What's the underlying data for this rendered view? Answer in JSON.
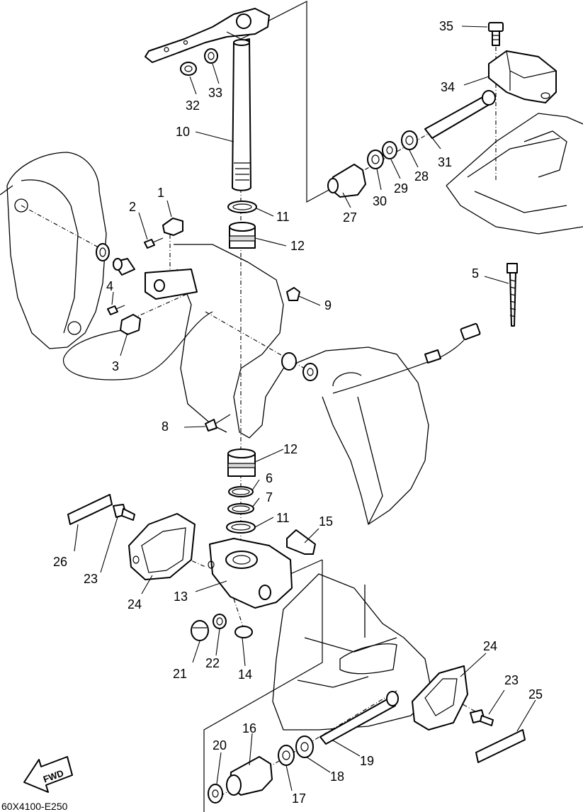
{
  "figure_code": "60X4100-E250",
  "fwd_label": "FWD",
  "callouts": [
    {
      "id": "c1",
      "label": "1"
    },
    {
      "id": "c2",
      "label": "2"
    },
    {
      "id": "c3",
      "label": "3"
    },
    {
      "id": "c4",
      "label": "4"
    },
    {
      "id": "c5",
      "label": "5"
    },
    {
      "id": "c6",
      "label": "6"
    },
    {
      "id": "c7",
      "label": "7"
    },
    {
      "id": "c8",
      "label": "8"
    },
    {
      "id": "c9",
      "label": "9"
    },
    {
      "id": "c10",
      "label": "10"
    },
    {
      "id": "c11a",
      "label": "11"
    },
    {
      "id": "c11b",
      "label": "11"
    },
    {
      "id": "c12a",
      "label": "12"
    },
    {
      "id": "c12b",
      "label": "12"
    },
    {
      "id": "c13",
      "label": "13"
    },
    {
      "id": "c14",
      "label": "14"
    },
    {
      "id": "c15",
      "label": "15"
    },
    {
      "id": "c16",
      "label": "16"
    },
    {
      "id": "c17",
      "label": "17"
    },
    {
      "id": "c18",
      "label": "18"
    },
    {
      "id": "c19",
      "label": "19"
    },
    {
      "id": "c20",
      "label": "20"
    },
    {
      "id": "c21",
      "label": "21"
    },
    {
      "id": "c22",
      "label": "22"
    },
    {
      "id": "c23a",
      "label": "23"
    },
    {
      "id": "c23b",
      "label": "23"
    },
    {
      "id": "c24a",
      "label": "24"
    },
    {
      "id": "c24b",
      "label": "24"
    },
    {
      "id": "c25",
      "label": "25"
    },
    {
      "id": "c26",
      "label": "26"
    },
    {
      "id": "c27",
      "label": "27"
    },
    {
      "id": "c28",
      "label": "28"
    },
    {
      "id": "c29",
      "label": "29"
    },
    {
      "id": "c30",
      "label": "30"
    },
    {
      "id": "c31",
      "label": "31"
    },
    {
      "id": "c32",
      "label": "32"
    },
    {
      "id": "c33",
      "label": "33"
    },
    {
      "id": "c34",
      "label": "34"
    },
    {
      "id": "c35",
      "label": "35"
    }
  ]
}
